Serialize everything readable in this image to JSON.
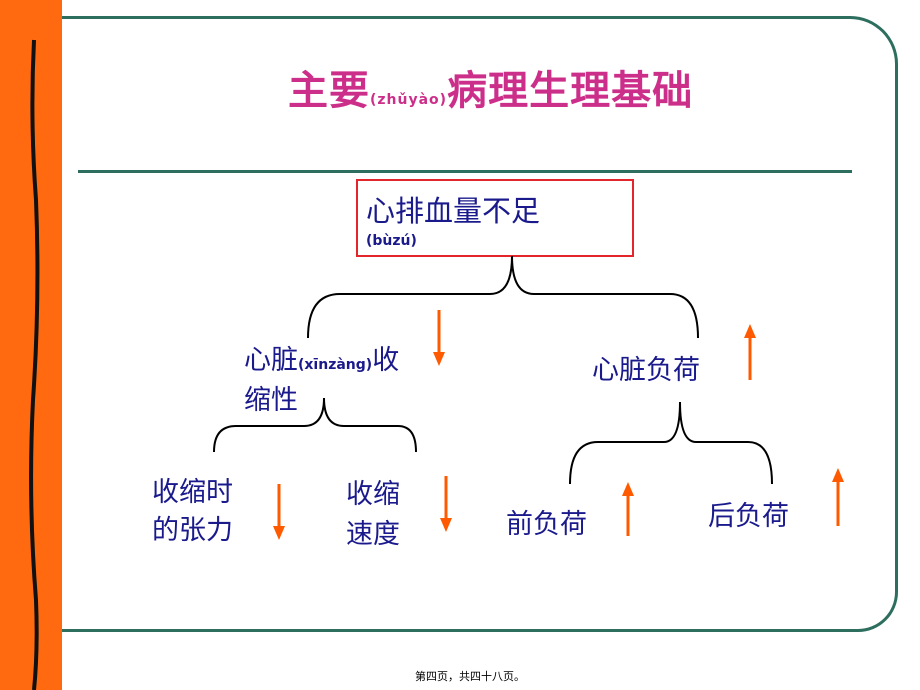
{
  "title": {
    "main_a": "主要",
    "pinyin": "(zhǔyào)",
    "main_b": "病理生理基础"
  },
  "top_node": {
    "text": "心排血量不足",
    "pinyin": "(bùzú)"
  },
  "left_node": {
    "line1_a": "心脏",
    "pinyin": "(xīnzàng)",
    "line1_b": "收",
    "line2": "缩性"
  },
  "right_node": {
    "text": "心脏负荷"
  },
  "leaf1": {
    "line1": "收缩时",
    "line2": "的张力"
  },
  "leaf2": {
    "line1": "收缩",
    "line2": "速度"
  },
  "leaf3": {
    "text": "前负荷"
  },
  "leaf4": {
    "text": "后负荷"
  },
  "footer": {
    "text": "第四页，共四十八页。"
  },
  "colors": {
    "accent": "#ff6a10",
    "title": "#cc2f8a",
    "node_text": "#1a1a8c",
    "frame": "#2d6e5e",
    "box_border": "#e3262b",
    "arrow": "#ff5a00"
  },
  "icons": {
    "down": "arrow-down-icon",
    "up": "arrow-up-icon"
  }
}
